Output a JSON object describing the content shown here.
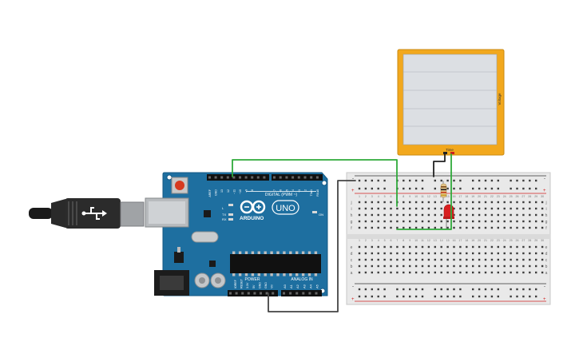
{
  "board": {
    "brand": "ARDUINO",
    "model": "UNO",
    "digital_label": "DIGITAL (PWM ~)",
    "power_label": "POWER",
    "analog_label": "ANALOG IN",
    "led_on": "ON",
    "led_l": "L",
    "led_tx": "TX",
    "led_rx": "RX",
    "top_pins": [
      "AREF",
      "GND",
      "13",
      "12",
      "~11",
      "~10",
      "~9",
      "8",
      "7",
      "~6",
      "~5",
      "4",
      "~3",
      "2",
      "TX▸1",
      "RX◂0"
    ],
    "power_pins": [
      "IOREF",
      "RESET",
      "3.3V",
      "5V",
      "GND",
      "GND",
      "Vin"
    ],
    "analog_pins": [
      "A0",
      "A1",
      "A2",
      "A3",
      "A4",
      "A5"
    ]
  },
  "oscilloscope": {
    "axis_time": "Time",
    "axis_voltage": "Voltage"
  },
  "breadboard": {
    "row_letters_top": [
      "j",
      "i",
      "h",
      "g",
      "f"
    ],
    "row_letters_bottom": [
      "e",
      "d",
      "c",
      "b",
      "a"
    ],
    "plus": "+",
    "minus": "-"
  },
  "colors": {
    "board": "#1e6fa0",
    "wire_green": "#2faa3a",
    "wire_black": "#444444",
    "scope_frame": "#f2a81d",
    "led": "#d81f1f"
  }
}
